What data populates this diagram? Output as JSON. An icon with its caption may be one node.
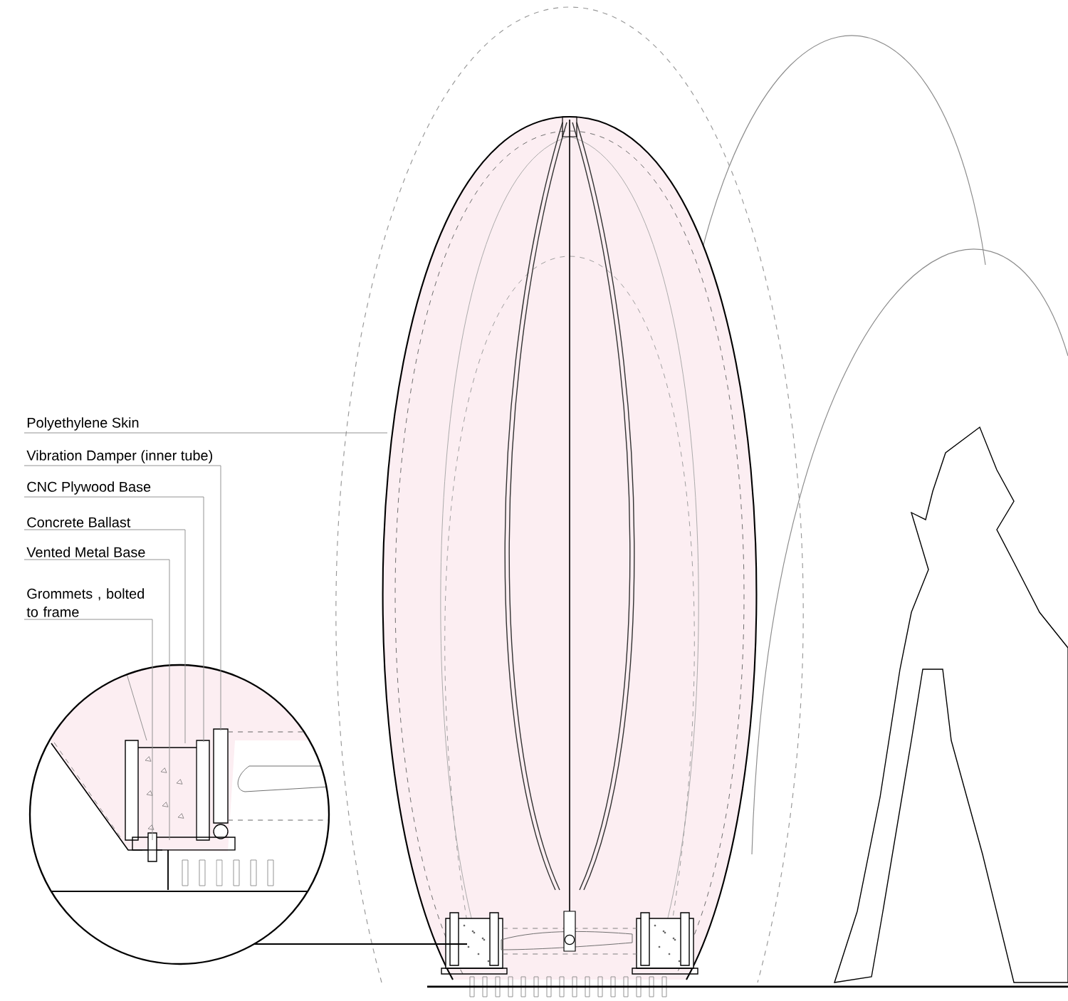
{
  "diagram": {
    "nodes": [
      {
        "text": [
          "Polyethylene Skin"
        ]
      },
      {
        "text": [
          "Vibration Damper (inner tube)"
        ]
      },
      {
        "text": [
          "CNC Plywood Base"
        ]
      },
      {
        "text": [
          "Concrete Ballast"
        ]
      },
      {
        "text": [
          "Vented Metal Base"
        ]
      },
      {
        "text": [
          "Grommets , bolted to frame"
        ]
      }
    ],
    "edges": [
      {
        "from": 0,
        "to": null,
        "arrow": "none"
      },
      {
        "from": 1,
        "to": null,
        "arrow": "none"
      },
      {
        "from": 2,
        "to": null,
        "arrow": "none"
      },
      {
        "from": 3,
        "to": null,
        "arrow": "none"
      },
      {
        "from": 4,
        "to": null,
        "arrow": "none"
      },
      {
        "from": 5,
        "to": null,
        "arrow": "none"
      }
    ]
  }
}
